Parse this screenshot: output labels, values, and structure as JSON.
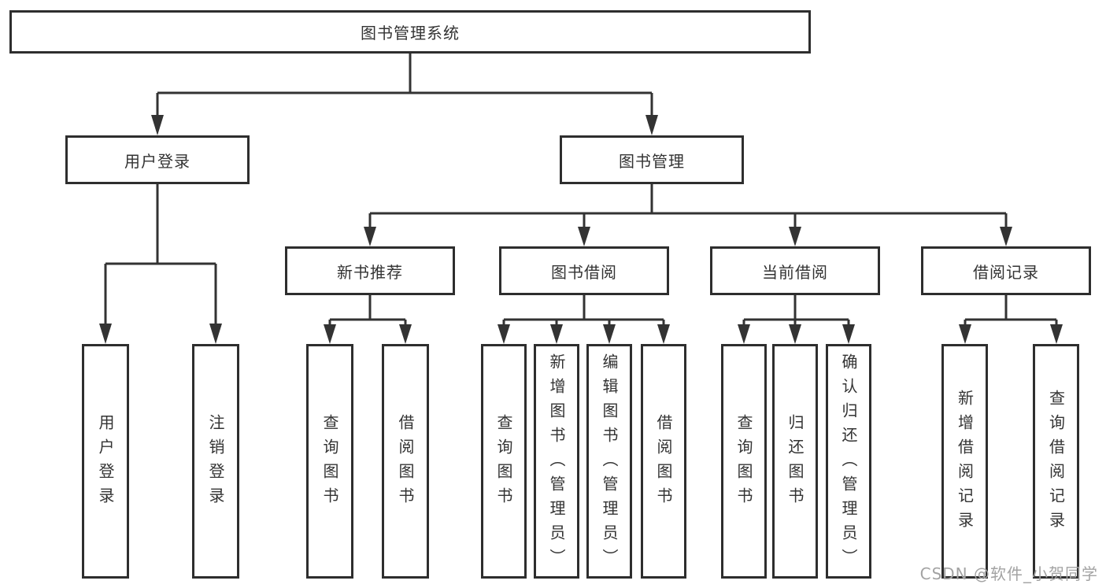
{
  "tree": {
    "root": {
      "label": "图书管理系统"
    },
    "user_login": {
      "label": "用户登录",
      "children": [
        {
          "label": "用户登录"
        },
        {
          "label": "注销登录"
        }
      ]
    },
    "book_mgmt": {
      "label": "图书管理",
      "sections": [
        {
          "label": "新书推荐",
          "children": [
            {
              "label": "查询图书"
            },
            {
              "label": "借阅图书"
            }
          ]
        },
        {
          "label": "图书借阅",
          "children": [
            {
              "label": "查询图书"
            },
            {
              "label": "新增图书（管理员）"
            },
            {
              "label": "编辑图书（管理员）"
            },
            {
              "label": "借阅图书"
            }
          ]
        },
        {
          "label": "当前借阅",
          "children": [
            {
              "label": "查询图书"
            },
            {
              "label": "归还图书"
            },
            {
              "label": "确认归还（管理员）"
            }
          ]
        },
        {
          "label": "借阅记录",
          "children": [
            {
              "label": "新增借阅记录"
            },
            {
              "label": "查询借阅记录"
            }
          ]
        }
      ]
    }
  },
  "watermark": {
    "text": "CSDN @软件_小贺同学"
  },
  "colors": {
    "line": "#333333",
    "box_border": "#2e2e2e",
    "text": "#333333",
    "background": "#ffffff",
    "watermark": "#a3a3a3"
  }
}
